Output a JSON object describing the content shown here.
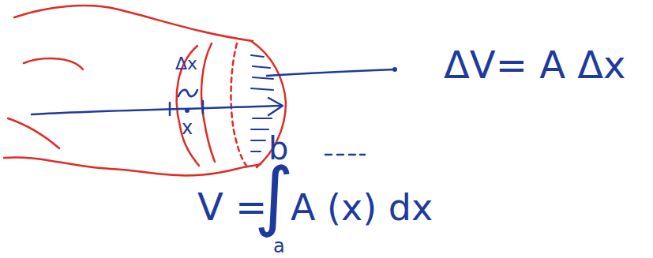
{
  "diagram": {
    "labels": [
      "Δx",
      "x",
      "ΔV= A Δx",
      "b",
      "V =",
      "∫",
      "A (x) dx",
      "a"
    ]
  }
}
